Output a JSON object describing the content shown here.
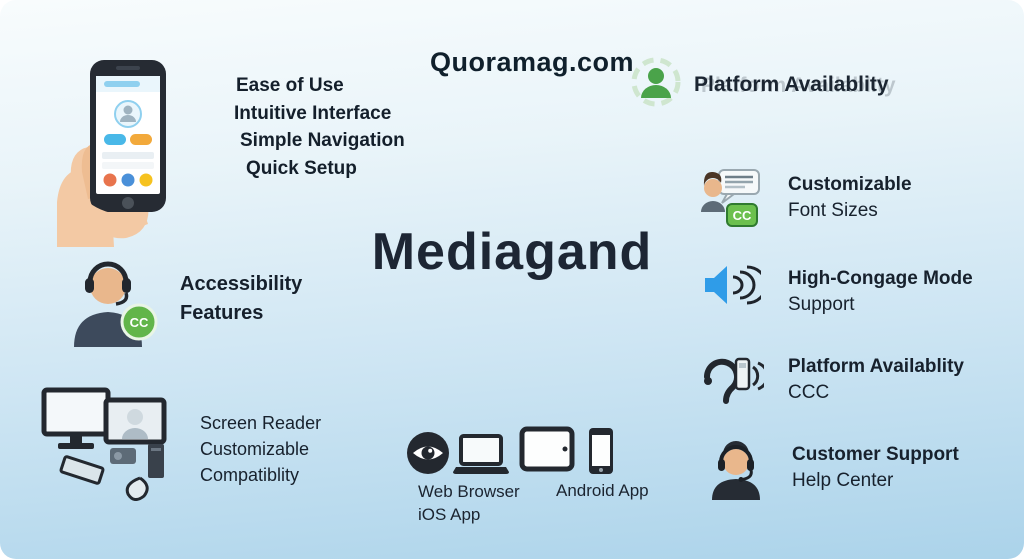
{
  "header": {
    "site": "Quoramag.com",
    "platform": {
      "label": "Platform Availablity"
    }
  },
  "title": "Mediagand",
  "ease_of_use": {
    "lines": [
      "Ease of Use",
      "Intuitive Interface",
      "Simple Navigation",
      "Quick Setup"
    ]
  },
  "accessibility": {
    "line1": "Accessibility",
    "line2": "Features",
    "badge": "CC"
  },
  "screen_reader": {
    "lines": [
      "Screen Reader",
      "Customizable",
      "Compatiblity"
    ]
  },
  "platforms": {
    "web_line1": "Web Browser",
    "web_line2": "iOS App",
    "android_line1": "Android App"
  },
  "features": [
    {
      "line1": "Customizable",
      "line2": "Font Sizes",
      "badge": "CC"
    },
    {
      "line1": "High-Congage Mode",
      "line2": "Support"
    },
    {
      "line1": "Platform Availablity",
      "line2": "CCC"
    },
    {
      "line1": "Customer Support",
      "line2": "Help Center"
    }
  ],
  "colors": {
    "accent_green": "#4aa34a",
    "accent_blue": "#2f9ce8",
    "ink": "#1d2634"
  }
}
